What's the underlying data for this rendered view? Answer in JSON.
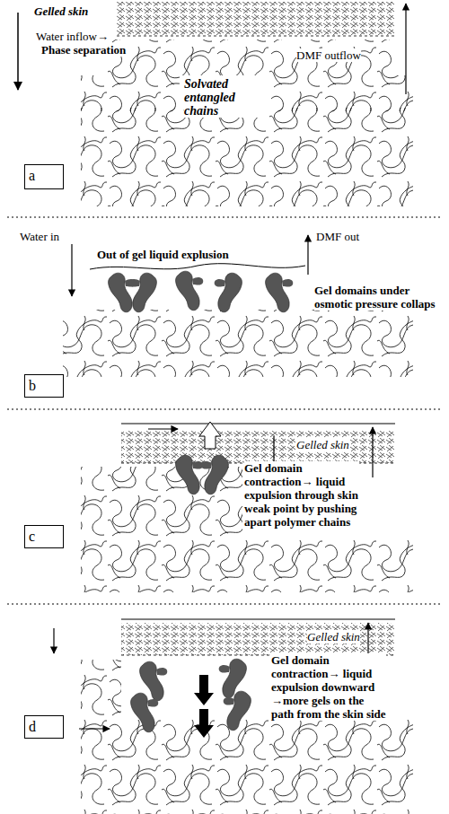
{
  "diagram": {
    "nodes": [
      {
        "text": [
          "a"
        ]
      },
      {
        "text": [
          "b"
        ]
      },
      {
        "text": [
          "c"
        ]
      },
      {
        "text": [
          "d"
        ]
      }
    ],
    "labels": [
      "Gelled skin",
      "Water inflow→",
      "Phase separation",
      "DMF outflow",
      "Solvated entangled chains",
      "Water in",
      "Out of gel liquid explusion",
      "DMF out",
      "Gel domains under osmotic pressure collaps",
      "Gelled skin",
      "Gel domain contraction→ liquid expulsion through skin weak point by pushing apart polymer chains",
      "Gelled skin",
      "Gel domain contraction→ liquid expulsion downward →more gels on the path from the skin side"
    ]
  }
}
